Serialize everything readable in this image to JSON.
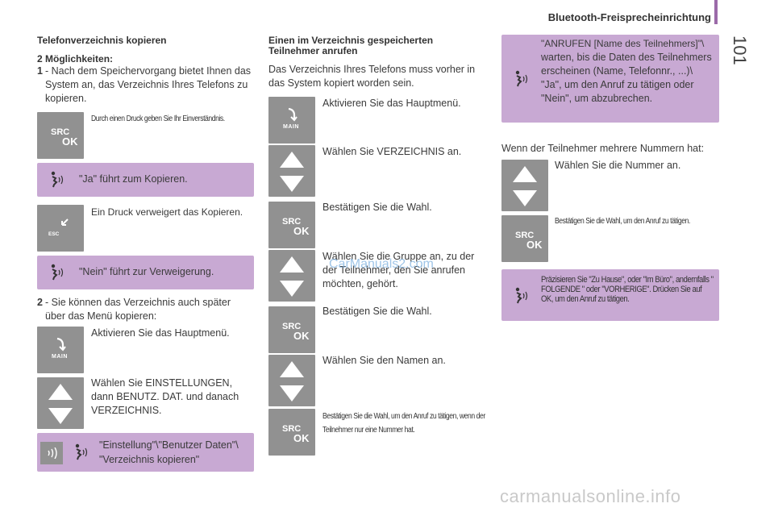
{
  "header": {
    "title": "Bluetooth-Freisprecheinrichtung",
    "page_number": "101"
  },
  "col1": {
    "heading": "Telefonverzeichnis kopieren",
    "options_title": "2 Möglichkeiten:",
    "opt1_num": "1",
    "opt1_text": "- Nach dem Speichervorgang bietet Ihnen das System an, das Verzeichnis Ihres Telefons zu kopieren.",
    "src_note": "Durch einen Druck geben Sie Ihr Einverständnis.",
    "voice_yes": "\"Ja\" führt zum Kopieren.",
    "esc_note": "Ein Druck verweigert das Kopieren.",
    "voice_no": "\"Nein\" führt zur Verweigerung.",
    "opt2_num": "2",
    "opt2_text": "- Sie können das Verzeichnis auch später über das Menü kopieren:",
    "main_note": "Aktivieren Sie das Hauptmenü.",
    "settings_note": "Wählen Sie EINSTELLUNGEN, dann BENUTZ. DAT. und danach VERZEICHNIS.",
    "voice_cmd_line1": "\"Einstellung\"\\\"Benutzer Daten\"\\",
    "voice_cmd_line2": "\"Verzeichnis kopieren\""
  },
  "col2": {
    "heading_line1": "Einen im Verzeichnis gespeicherten",
    "heading_line2": "Teilnehmer anrufen",
    "intro": "Das Verzeichnis Ihres Telefons muss vorher in das System kopiert worden sein.",
    "step1": "Aktivieren Sie das Hauptmenü.",
    "step2": "Wählen Sie VERZEICHNIS an.",
    "step3": "Bestätigen Sie die Wahl.",
    "step4": "Wählen Sie die Gruppe an, zu der der Teilnehmer, den Sie anrufen möchten, gehört.",
    "step5": "Bestätigen Sie die Wahl.",
    "step6": "Wählen Sie den Namen an.",
    "step7": "Bestätigen Sie die Wahl, um den Anruf zu tätigen, wenn der Teilnehmer nur eine Nummer hat."
  },
  "col3": {
    "voice_call_line1": "\"ANRUFEN [Name des Teilnehmers]\"\\",
    "voice_call_rest": "warten, bis die Daten des Teilnehmers erscheinen (Name, Telefonnr., ...)\\ \"Ja\", um den Anruf zu tätigen oder \"Nein\", um abzubrechen.",
    "multi_heading": "Wenn der Teilnehmer mehrere Nummern hat:",
    "pick_number": "Wählen Sie die Nummer an.",
    "confirm_call": "Bestätigen Sie die Wahl, um den Anruf zu tätigen.",
    "voice_place": "Präzisieren Sie \"Zu Hause\", oder \"Im Büro\", andernfalls \" FOLGENDE \" oder \"VORHERIGE\". Drücken Sie auf OK, um den Anruf zu tätigen."
  },
  "keys": {
    "src": "SRC",
    "ok": "OK",
    "main": "MAIN",
    "esc": "ESC"
  },
  "watermarks": {
    "mid": "CarManuals2.com",
    "footer": "carmanualsonline.info"
  },
  "colors": {
    "purple_panel": "#c8a9d3",
    "key_tile": "#919191",
    "accent_bar": "#9b6aa9"
  }
}
